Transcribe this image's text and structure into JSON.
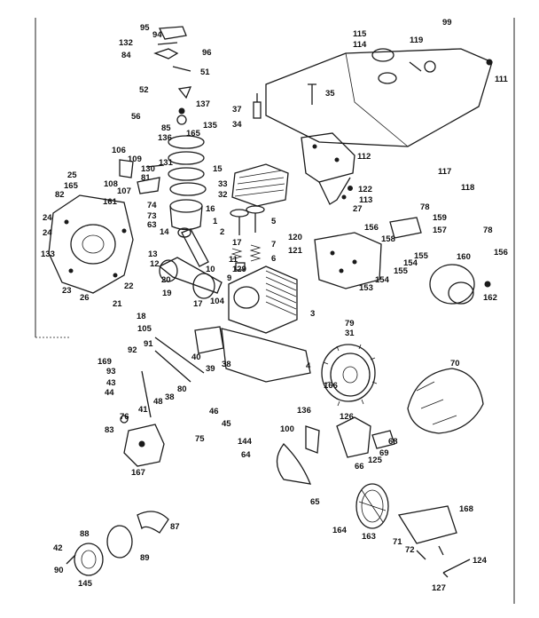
{
  "callouts": [
    {
      "id": "95",
      "text": "95"
    },
    {
      "id": "94",
      "text": "94"
    },
    {
      "id": "132",
      "text": "132"
    },
    {
      "id": "96",
      "text": "96"
    },
    {
      "id": "84",
      "text": "84"
    },
    {
      "id": "51",
      "text": "51"
    },
    {
      "id": "52",
      "text": "52"
    },
    {
      "id": "137",
      "text": "137"
    },
    {
      "id": "56",
      "text": "56"
    },
    {
      "id": "85",
      "text": "85"
    },
    {
      "id": "135",
      "text": "135"
    },
    {
      "id": "136",
      "text": "136"
    },
    {
      "id": "165a",
      "text": "165"
    },
    {
      "id": "34",
      "text": "34"
    },
    {
      "id": "37",
      "text": "37"
    },
    {
      "id": "35",
      "text": "35"
    },
    {
      "id": "115",
      "text": "115"
    },
    {
      "id": "114",
      "text": "114"
    },
    {
      "id": "119",
      "text": "119"
    },
    {
      "id": "99",
      "text": "99"
    },
    {
      "id": "111",
      "text": "111"
    },
    {
      "id": "131",
      "text": "131"
    },
    {
      "id": "15",
      "text": "15"
    },
    {
      "id": "106",
      "text": "106"
    },
    {
      "id": "109",
      "text": "109"
    },
    {
      "id": "130",
      "text": "130"
    },
    {
      "id": "81",
      "text": "81"
    },
    {
      "id": "108",
      "text": "108"
    },
    {
      "id": "107",
      "text": "107"
    },
    {
      "id": "25",
      "text": "25"
    },
    {
      "id": "165b",
      "text": "165"
    },
    {
      "id": "82",
      "text": "82"
    },
    {
      "id": "161",
      "text": "161"
    },
    {
      "id": "74",
      "text": "74"
    },
    {
      "id": "73",
      "text": "73"
    },
    {
      "id": "63",
      "text": "63"
    },
    {
      "id": "24a",
      "text": "24"
    },
    {
      "id": "24b",
      "text": "24"
    },
    {
      "id": "33",
      "text": "33"
    },
    {
      "id": "32",
      "text": "32"
    },
    {
      "id": "14",
      "text": "14"
    },
    {
      "id": "16",
      "text": "16"
    },
    {
      "id": "1",
      "text": "1"
    },
    {
      "id": "5",
      "text": "5"
    },
    {
      "id": "112",
      "text": "112"
    },
    {
      "id": "122",
      "text": "122"
    },
    {
      "id": "113",
      "text": "113"
    },
    {
      "id": "27",
      "text": "27"
    },
    {
      "id": "117",
      "text": "117"
    },
    {
      "id": "78a",
      "text": "78"
    },
    {
      "id": "118",
      "text": "118"
    },
    {
      "id": "159",
      "text": "159"
    },
    {
      "id": "157",
      "text": "157"
    },
    {
      "id": "78b",
      "text": "78"
    },
    {
      "id": "156a",
      "text": "156"
    },
    {
      "id": "155",
      "text": "155"
    },
    {
      "id": "154a",
      "text": "154"
    },
    {
      "id": "155b",
      "text": "155"
    },
    {
      "id": "120",
      "text": "120"
    },
    {
      "id": "121",
      "text": "121"
    },
    {
      "id": "158",
      "text": "158"
    },
    {
      "id": "154b",
      "text": "154"
    },
    {
      "id": "153",
      "text": "153"
    },
    {
      "id": "160",
      "text": "160"
    },
    {
      "id": "156b",
      "text": "156"
    },
    {
      "id": "162",
      "text": "162"
    },
    {
      "id": "133",
      "text": "133"
    },
    {
      "id": "23",
      "text": "23"
    },
    {
      "id": "26",
      "text": "26"
    },
    {
      "id": "17a",
      "text": "17"
    },
    {
      "id": "2",
      "text": "2"
    },
    {
      "id": "11",
      "text": "11"
    },
    {
      "id": "7",
      "text": "7"
    },
    {
      "id": "6",
      "text": "6"
    },
    {
      "id": "13",
      "text": "13"
    },
    {
      "id": "12",
      "text": "12"
    },
    {
      "id": "10",
      "text": "10"
    },
    {
      "id": "129",
      "text": "129"
    },
    {
      "id": "9",
      "text": "9"
    },
    {
      "id": "22",
      "text": "22"
    },
    {
      "id": "20",
      "text": "20"
    },
    {
      "id": "19",
      "text": "19"
    },
    {
      "id": "17b",
      "text": "17"
    },
    {
      "id": "21",
      "text": "21"
    },
    {
      "id": "104",
      "text": "104"
    },
    {
      "id": "18",
      "text": "18"
    },
    {
      "id": "105",
      "text": "105"
    },
    {
      "id": "3",
      "text": "3"
    },
    {
      "id": "79",
      "text": "79"
    },
    {
      "id": "31",
      "text": "31"
    },
    {
      "id": "91",
      "text": "91"
    },
    {
      "id": "92",
      "text": "92"
    },
    {
      "id": "169",
      "text": "169"
    },
    {
      "id": "40",
      "text": "40"
    },
    {
      "id": "39",
      "text": "39"
    },
    {
      "id": "38a",
      "text": "38"
    },
    {
      "id": "4",
      "text": "4"
    },
    {
      "id": "93",
      "text": "93"
    },
    {
      "id": "43",
      "text": "43"
    },
    {
      "id": "44",
      "text": "44"
    },
    {
      "id": "80",
      "text": "80"
    },
    {
      "id": "38b",
      "text": "38"
    },
    {
      "id": "41",
      "text": "41"
    },
    {
      "id": "48",
      "text": "48"
    },
    {
      "id": "46",
      "text": "46"
    },
    {
      "id": "45",
      "text": "45"
    },
    {
      "id": "166",
      "text": "166"
    },
    {
      "id": "70",
      "text": "70"
    },
    {
      "id": "136b",
      "text": "136"
    },
    {
      "id": "76",
      "text": "76"
    },
    {
      "id": "83",
      "text": "83"
    },
    {
      "id": "75",
      "text": "75"
    },
    {
      "id": "144",
      "text": "144"
    },
    {
      "id": "100",
      "text": "100"
    },
    {
      "id": "126",
      "text": "126"
    },
    {
      "id": "68",
      "text": "68"
    },
    {
      "id": "69",
      "text": "69"
    },
    {
      "id": "125",
      "text": "125"
    },
    {
      "id": "64",
      "text": "64"
    },
    {
      "id": "66",
      "text": "66"
    },
    {
      "id": "167",
      "text": "167"
    },
    {
      "id": "65",
      "text": "65"
    },
    {
      "id": "168",
      "text": "168"
    },
    {
      "id": "87",
      "text": "87"
    },
    {
      "id": "88",
      "text": "88"
    },
    {
      "id": "164",
      "text": "164"
    },
    {
      "id": "163",
      "text": "163"
    },
    {
      "id": "71",
      "text": "71"
    },
    {
      "id": "72",
      "text": "72"
    },
    {
      "id": "42",
      "text": "42"
    },
    {
      "id": "89",
      "text": "89"
    },
    {
      "id": "90",
      "text": "90"
    },
    {
      "id": "124",
      "text": "124"
    },
    {
      "id": "145",
      "text": "145"
    },
    {
      "id": "127",
      "text": "127"
    }
  ]
}
